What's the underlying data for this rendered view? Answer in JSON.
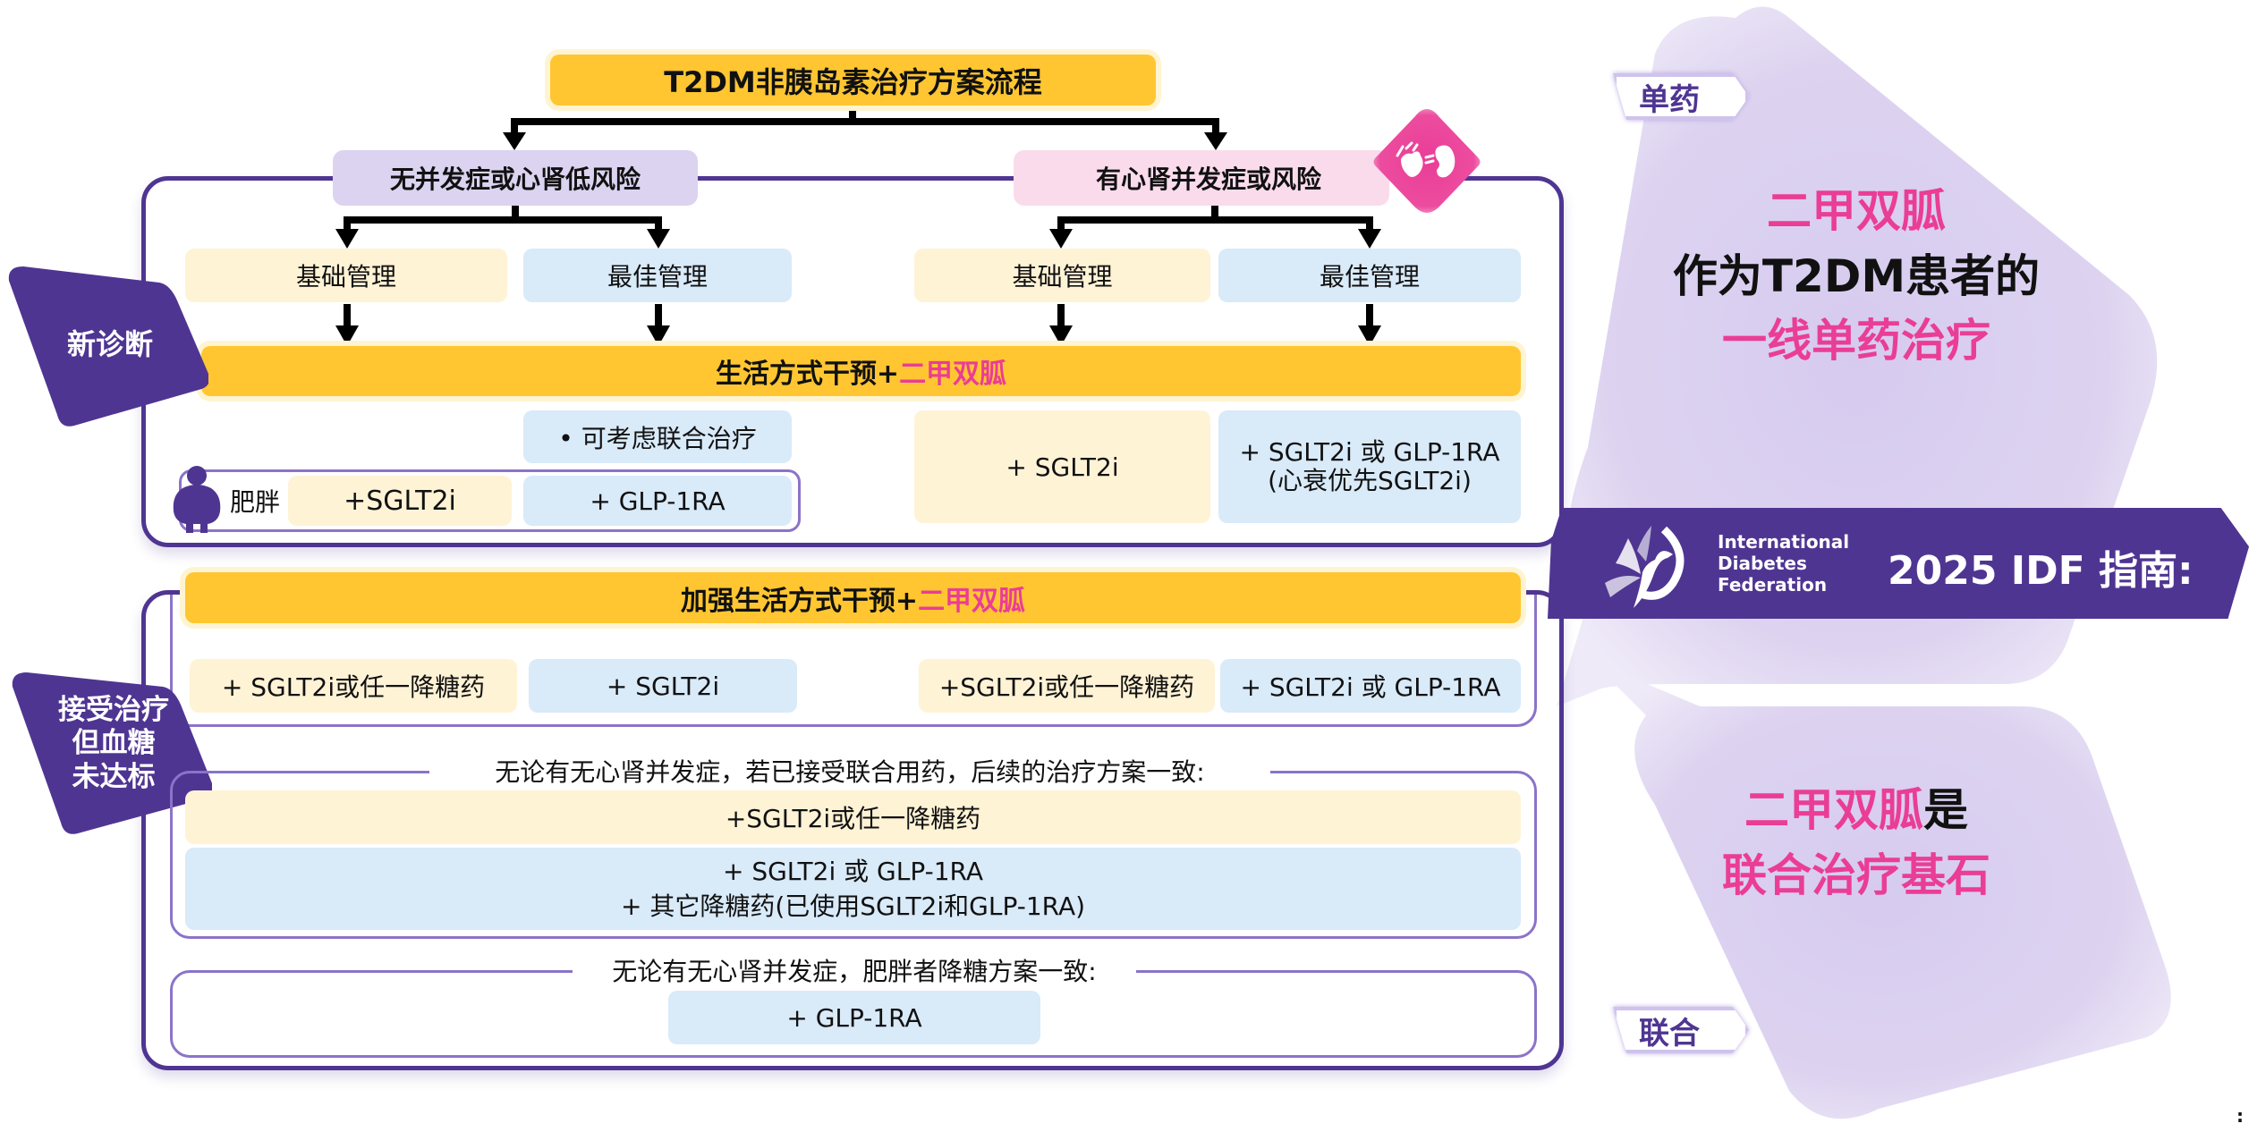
{
  "title": "T2DM非胰岛素治疗方案流程",
  "branches": {
    "low_risk": "无并发症或心肾低风险",
    "high_risk": "有心肾并发症或风险"
  },
  "management": {
    "basic": "基础管理",
    "optimal": "最佳管理"
  },
  "new_diagnosis": {
    "badge": "新诊断",
    "bar_prefix": "生活方式干预+",
    "bar_highlight": "二甲双胍",
    "consider_combo": "•  可考虑联合治疗",
    "obesity_label": "肥胖",
    "low_risk_basic": "+SGLT2i",
    "low_risk_optimal": "+ GLP-1RA",
    "high_risk_basic": "+ SGLT2i",
    "high_risk_optimal_line1": "+ SGLT2i 或 GLP-1RA",
    "high_risk_optimal_line2": "(心衰优先SGLT2i)"
  },
  "uncontrolled": {
    "badge_line1": "接受治疗",
    "badge_line2": "但血糖",
    "badge_line3": "未达标",
    "bar_prefix": "加强生活方式干预+",
    "bar_highlight": "二甲双胍",
    "low_risk_basic": "+ SGLT2i或任一降糖药",
    "low_risk_optimal": "+ SGLT2i",
    "high_risk_basic": "+SGLT2i或任一降糖药",
    "high_risk_optimal": "+ SGLT2i 或 GLP-1RA",
    "combo_note": "无论有无心肾并发症，若已接受联合用药，后续的治疗方案一致:",
    "combo_basic": "+SGLT2i或任一降糖药",
    "combo_optimal_line1": "+ SGLT2i 或 GLP-1RA",
    "combo_optimal_line2": "+ 其它降糖药(已使用SGLT2i和GLP-1RA)",
    "obesity_note": "无论有无心肾并发症，肥胖者降糖方案一致:",
    "obesity_option": "+ GLP-1RA"
  },
  "right_panel": {
    "mono_tag": "单药",
    "mono_line1": "二甲双胍",
    "mono_line2": "作为T2DM患者的",
    "mono_line3": "一线单药治疗",
    "idf_org_line1": "International",
    "idf_org_line2": "Diabetes",
    "idf_org_line3": "Federation",
    "idf_title": "2025 IDF 指南:",
    "combo_line1_highlight": "二甲双胍",
    "combo_line1_suffix": "是",
    "combo_line2": "联合治疗基石",
    "combo_tag": "联合"
  },
  "page_marker": ":",
  "colors": {
    "purple": "#4f3592",
    "pink": "#ea3d96",
    "gold": "#ffc631",
    "light_yellow": "#fff3d6",
    "light_blue": "#d9eaf9",
    "lavender": "#dcd3f0",
    "light_pink": "#fadbec"
  }
}
